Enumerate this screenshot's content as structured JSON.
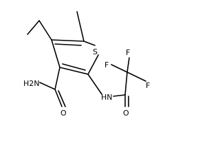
{
  "molecule": {
    "atoms": [
      {
        "id": "S",
        "label": "S"
      },
      {
        "id": "NH2",
        "label": "H2N"
      },
      {
        "id": "O1",
        "label": "O"
      },
      {
        "id": "NH",
        "label": "HN"
      },
      {
        "id": "O2",
        "label": "O"
      },
      {
        "id": "F1",
        "label": "F"
      },
      {
        "id": "F2",
        "label": "F"
      },
      {
        "id": "F3",
        "label": "F"
      }
    ]
  },
  "colors": {
    "bond": "#000000",
    "text": "#000000",
    "background": "#ffffff"
  }
}
